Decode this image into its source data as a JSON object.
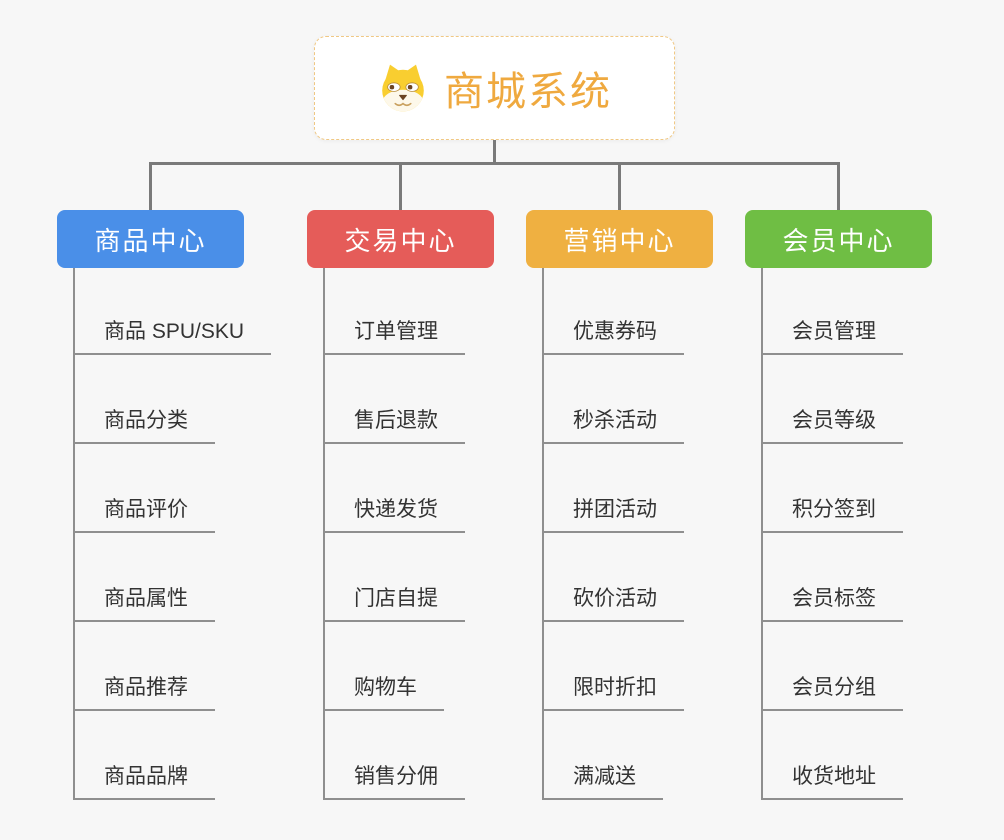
{
  "root": {
    "title": "商城系统",
    "icon": "dog-face-icon"
  },
  "branches": [
    {
      "id": "product-center",
      "label": "商品中心",
      "color": "#4a8fe8",
      "items": [
        "商品 SPU/SKU",
        "商品分类",
        "商品评价",
        "商品属性",
        "商品推荐",
        "商品品牌"
      ]
    },
    {
      "id": "trade-center",
      "label": "交易中心",
      "color": "#e55c59",
      "items": [
        "订单管理",
        "售后退款",
        "快递发货",
        "门店自提",
        "购物车",
        "销售分佣"
      ]
    },
    {
      "id": "marketing-center",
      "label": "营销中心",
      "color": "#efb041",
      "items": [
        "优惠券码",
        "秒杀活动",
        "拼团活动",
        "砍价活动",
        "限时折扣",
        "满减送"
      ]
    },
    {
      "id": "member-center",
      "label": "会员中心",
      "color": "#6fbe44",
      "items": [
        "会员管理",
        "会员等级",
        "积分签到",
        "会员标签",
        "会员分组",
        "收货地址"
      ]
    }
  ],
  "colors": {
    "background": "#f7f7f7",
    "root_title": "#efa93f",
    "root_border_dashed": "#f0c884",
    "connector_line": "#7a7a7a",
    "leaf_line": "#8f8f8f",
    "leaf_text": "#333333"
  }
}
